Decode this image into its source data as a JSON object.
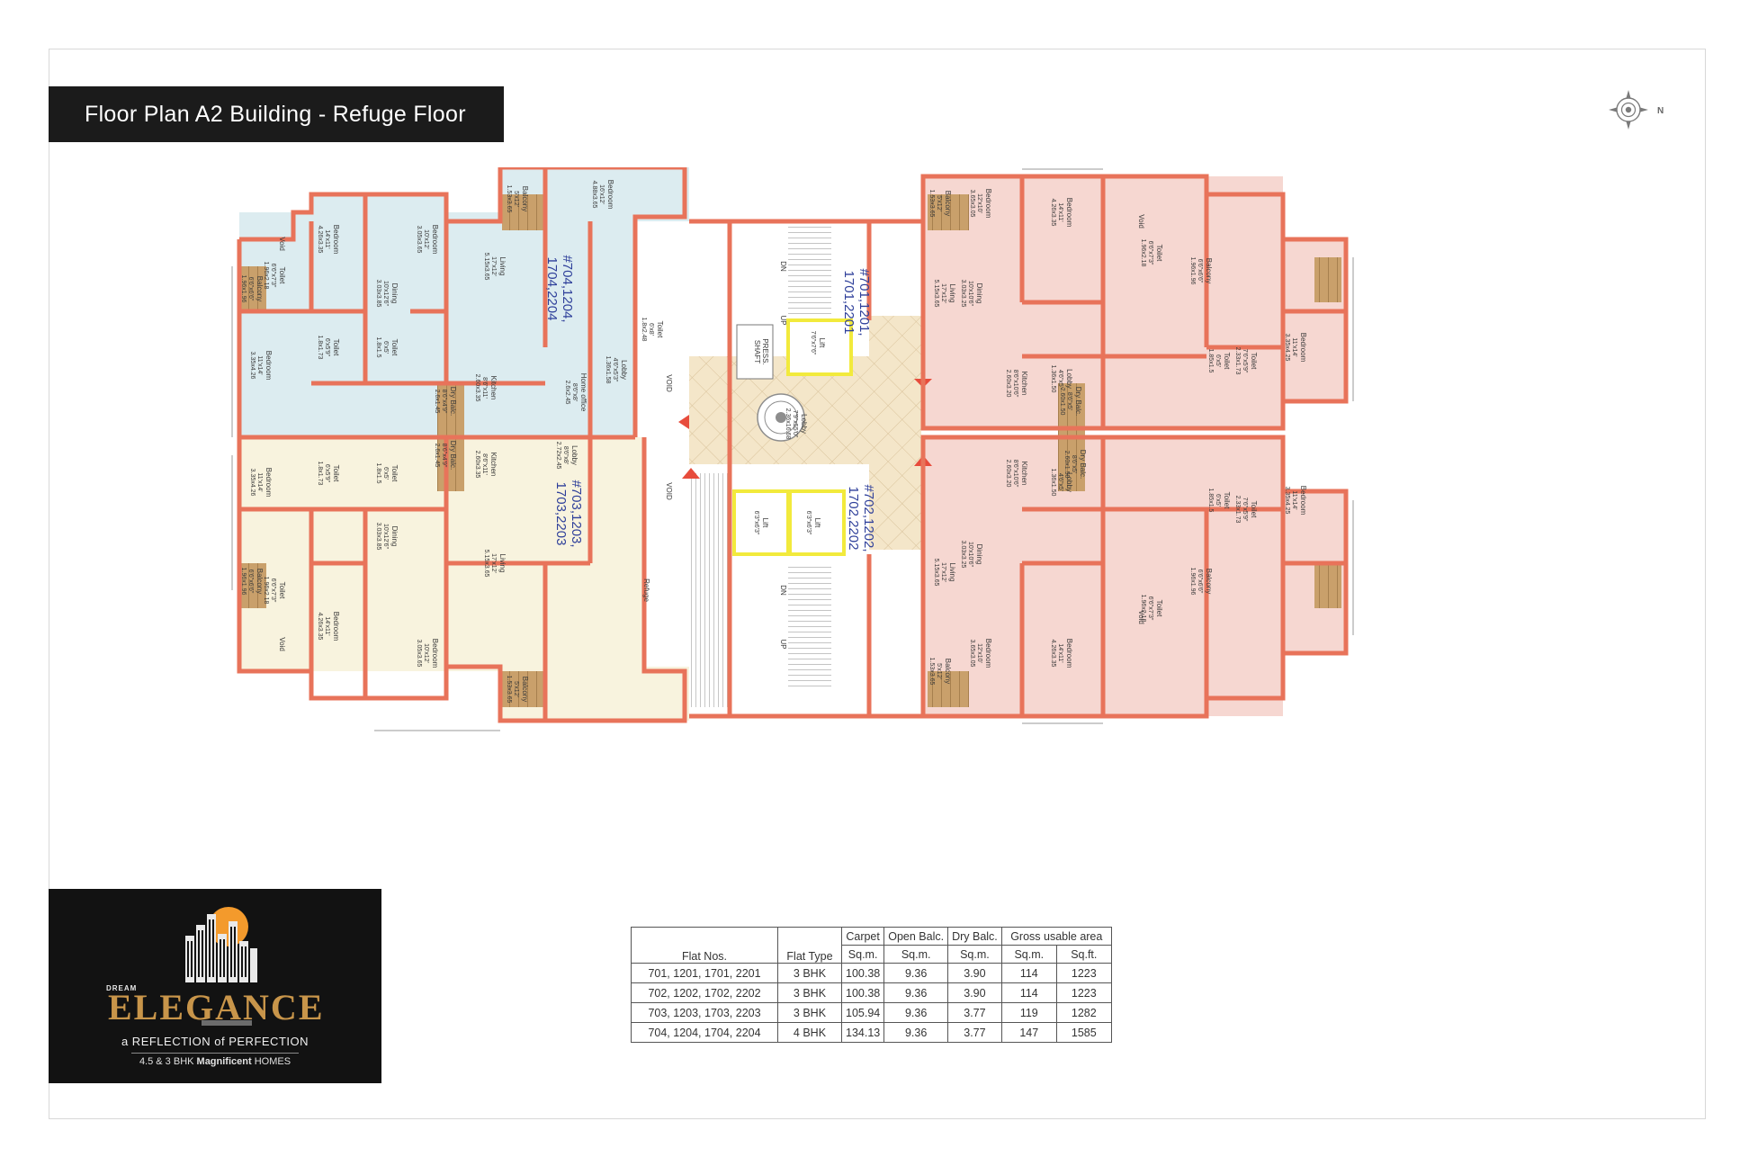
{
  "title": "Floor Plan A2 Building - Refuge Floor",
  "compass": {
    "label": "N"
  },
  "flats": {
    "nw": "#704,1204,\n1704,2204",
    "sw": "#703,1203,\n1703,2203",
    "ne": "#701,1201,\n1701,2201",
    "se": "#702,1202,\n1702,2202"
  },
  "colors": {
    "nw_flat": "#dcecf0",
    "sw_flat": "#f8f3de",
    "ne_flat": "#f6d7d1",
    "se_flat": "#f6d7d1",
    "wall": "#e8735a",
    "lobby": "#f3e4c7",
    "lift": "#f2ea3c",
    "balcony": "#b58d5c",
    "brand": "#c8954a"
  },
  "rooms": {
    "nw": [
      {
        "name": "Bedroom",
        "a": "14'x11'",
        "b": "4.26x3.35"
      },
      {
        "name": "Bedroom",
        "a": "10'x12'",
        "b": "3.05x3.65"
      },
      {
        "name": "Balcony",
        "a": "5'x12'",
        "b": "1.53x3.65"
      },
      {
        "name": "Bedroom",
        "a": "16'x12'",
        "b": "4.88x3.65"
      },
      {
        "name": "Balcony",
        "a": "6'6\"x6'6\"",
        "b": "1.96x1.96"
      },
      {
        "name": "Toilet",
        "a": "6'6\"x7'3\"",
        "b": "1.96x2.18"
      },
      {
        "name": "Void",
        "a": "",
        "b": ""
      },
      {
        "name": "Dining",
        "a": "10'x12'6\"",
        "b": "3.03x3.85"
      },
      {
        "name": "Living",
        "a": "17'x12'",
        "b": "5.15x3.65"
      },
      {
        "name": "Toilet",
        "a": "6'x8'",
        "b": "1.8x2.48"
      },
      {
        "name": "Bedroom",
        "a": "11'x14'",
        "b": "3.35x4.26"
      },
      {
        "name": "Toilet",
        "a": "6'x5'",
        "b": "1.8x1.5"
      },
      {
        "name": "Toilet",
        "a": "6'x5'9\"",
        "b": "1.8x1.73"
      },
      {
        "name": "Dry Balc.",
        "a": "8'6\"x4'9\"",
        "b": "2.6x1.45"
      },
      {
        "name": "Kitchen",
        "a": "8'6\"x11'",
        "b": "2.60x3.35"
      },
      {
        "name": "Home office",
        "a": "8'6\"x8'",
        "b": "2.6x2.45"
      },
      {
        "name": "Lobby",
        "a": "4'6\"x5'3\"",
        "b": "1.36x1.58"
      }
    ],
    "sw": [
      {
        "name": "Bedroom",
        "a": "11'x14'",
        "b": "3.35x4.26"
      },
      {
        "name": "Toilet",
        "a": "6'x5'9\"",
        "b": "1.8x1.73"
      },
      {
        "name": "Toilet",
        "a": "6'x5'",
        "b": "1.8x1.5"
      },
      {
        "name": "Dry Balc.",
        "a": "8'6\"x4'9\"",
        "b": "2.6x1.45"
      },
      {
        "name": "Kitchen",
        "a": "8'6\"x11'",
        "b": "2.60x3.35"
      },
      {
        "name": "Lobby",
        "a": "8'6\"x8'",
        "b": "2.72x2.45"
      },
      {
        "name": "Balcony",
        "a": "6'6\"x6'6\"",
        "b": "1.96x1.96"
      },
      {
        "name": "Toilet",
        "a": "6'6\"x7'3\"",
        "b": "1.96x2.18"
      },
      {
        "name": "Dining",
        "a": "10'x12'6\"",
        "b": "3.03x3.85"
      },
      {
        "name": "Living",
        "a": "17'x12'",
        "b": "5.15x3.65"
      },
      {
        "name": "Bedroom",
        "a": "14'x11'",
        "b": "4.26x3.35"
      },
      {
        "name": "Void",
        "a": "",
        "b": ""
      },
      {
        "name": "Bedroom",
        "a": "10'x12'",
        "b": "3.05x3.65"
      },
      {
        "name": "Balcony",
        "a": "5'x12'",
        "b": "1.53x3.65"
      }
    ],
    "ne": [
      {
        "name": "Balcony",
        "a": "5'x12'",
        "b": "1.53x3.65"
      },
      {
        "name": "Bedroom",
        "a": "12'x10'",
        "b": "3.65x3.05"
      },
      {
        "name": "Bedroom",
        "a": "14'x11'",
        "b": "4.26x3.35"
      },
      {
        "name": "Void",
        "a": "",
        "b": ""
      },
      {
        "name": "Toilet",
        "a": "6'6\"x7'3\"",
        "b": "1.96x2.18"
      },
      {
        "name": "Balcony",
        "a": "6'6\"x6'6\"",
        "b": "1.96x1.96"
      },
      {
        "name": "Living",
        "a": "17'x12'",
        "b": "5.15x3.65"
      },
      {
        "name": "Dining",
        "a": "10'x10'6\"",
        "b": "3.03x3.25"
      },
      {
        "name": "Toilet",
        "a": "7'6\"x5'9\"",
        "b": "2.33x1.73"
      },
      {
        "name": "Bedroom",
        "a": "11'x14'",
        "b": "3.35x4.25"
      },
      {
        "name": "Toilet",
        "a": "6'x5'",
        "b": "1.85x1.5"
      },
      {
        "name": "Lobby",
        "a": "4'6\"x5'",
        "b": "1.36x1.50"
      },
      {
        "name": "Kitchen",
        "a": "8'6\"x10'6\"",
        "b": "2.60x3.20"
      },
      {
        "name": "Dry Balc.",
        "a": "8'6\"x5'",
        "b": "2.60x1.50"
      }
    ],
    "se": [
      {
        "name": "Lobby",
        "a": "4'6\"x5'",
        "b": "1.36x1.50"
      },
      {
        "name": "Kitchen",
        "a": "8'6\"x10'6\"",
        "b": "2.60x3.20"
      },
      {
        "name": "Dry Balc.",
        "a": "8'6\"x5'",
        "b": "2.60x1.50"
      },
      {
        "name": "Toilet",
        "a": "6'x5'",
        "b": "1.85x1.5"
      },
      {
        "name": "Toilet",
        "a": "7'6\"x5'9\"",
        "b": "2.33x1.73"
      },
      {
        "name": "Bedroom",
        "a": "11'x14'",
        "b": "3.35x4.25"
      },
      {
        "name": "Dining",
        "a": "10'x10'6\"",
        "b": "3.03x3.25"
      },
      {
        "name": "Living",
        "a": "17'x12'",
        "b": "5.15x3.65"
      },
      {
        "name": "Toilet",
        "a": "6'6\"x7'3\"",
        "b": "1.96x2.18"
      },
      {
        "name": "Balcony",
        "a": "6'6\"x6'6\"",
        "b": "1.96x1.96"
      },
      {
        "name": "Void",
        "a": "",
        "b": ""
      },
      {
        "name": "Bedroom",
        "a": "12'x10'",
        "b": "3.65x3.05"
      },
      {
        "name": "Bedroom",
        "a": "14'x11'",
        "b": "4.26x3.35"
      },
      {
        "name": "Balcony",
        "a": "5'x12'",
        "b": "1.53x3.65"
      }
    ]
  },
  "core": [
    {
      "name": "Lift",
      "a": "7'6\"x7'6\"",
      "b": ""
    },
    {
      "name": "PRESS.\nSHAFT",
      "a": "",
      "b": ""
    },
    {
      "name": "VOID",
      "a": "",
      "b": ""
    },
    {
      "name": "Lobby",
      "a": "7'9\"x55'0\"",
      "b": "2.36x16.68"
    },
    {
      "name": "VOID",
      "a": "",
      "b": ""
    },
    {
      "name": "Lift",
      "a": "6'3\"x6'3\"",
      "b": ""
    },
    {
      "name": "Lift",
      "a": "6'3\"x6'3\"",
      "b": ""
    },
    {
      "name": "Refuge",
      "a": "",
      "b": ""
    },
    {
      "name": "DN",
      "a": "",
      "b": ""
    },
    {
      "name": "UP",
      "a": "",
      "b": ""
    },
    {
      "name": "DN",
      "a": "",
      "b": ""
    },
    {
      "name": "UP",
      "a": "",
      "b": ""
    }
  ],
  "table": {
    "head_top": [
      "",
      "",
      "Carpet",
      "Open Balc.",
      "Dry Balc.",
      "Gross usable area"
    ],
    "head_bottom": [
      "Flat Nos.",
      "Flat Type",
      "Sq.m.",
      "Sq.m.",
      "Sq.m.",
      "Sq.m.",
      "Sq.ft."
    ],
    "rows": [
      [
        "701, 1201, 1701, 2201",
        "3 BHK",
        "100.38",
        "9.36",
        "3.90",
        "114",
        "1223"
      ],
      [
        "702, 1202, 1702, 2202",
        "3 BHK",
        "100.38",
        "9.36",
        "3.90",
        "114",
        "1223"
      ],
      [
        "703, 1203, 1703, 2203",
        "3 BHK",
        "105.94",
        "9.36",
        "3.77",
        "119",
        "1282"
      ],
      [
        "704, 1204, 1704, 2204",
        "4 BHK",
        "134.13",
        "9.36",
        "3.77",
        "147",
        "1585"
      ]
    ]
  },
  "logo": {
    "dream": "DREAM",
    "name": "ELEGANCE",
    "tagline": "a REFLECTION of PERFECTION",
    "sub_a": "4.5 & 3 BHK ",
    "sub_b": "Magnificent",
    "sub_c": " HOMES"
  }
}
